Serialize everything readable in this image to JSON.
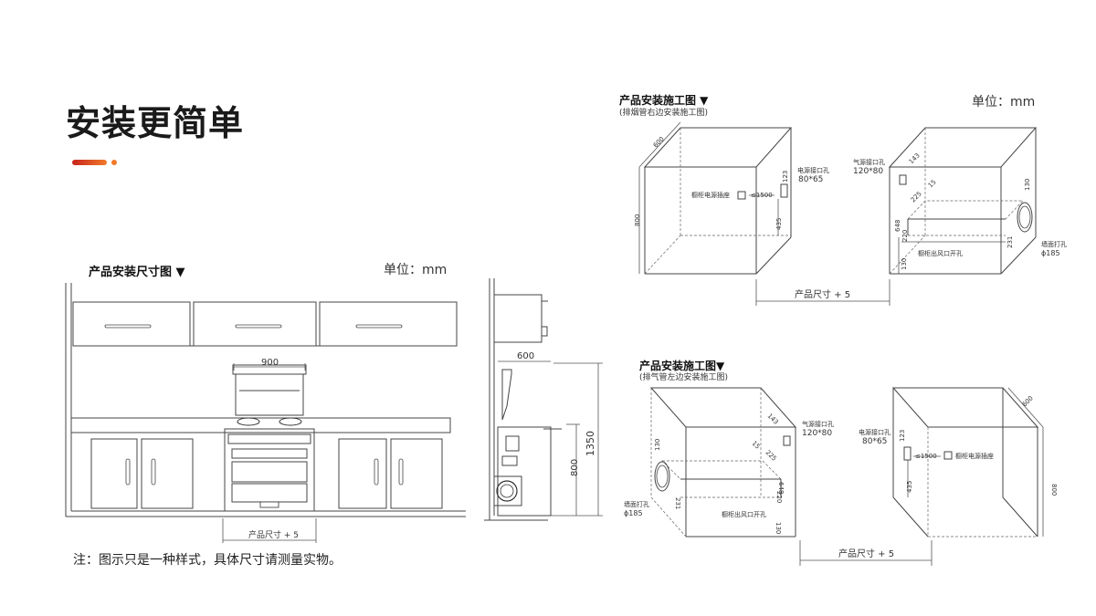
{
  "page": {
    "title": "安装更简单",
    "accent": "#c8241c",
    "accent2": "#f07a2a",
    "note": "注：图示只是一种样式，具体尺寸请测量实物。"
  },
  "size_diagram": {
    "heading": "产品安装尺寸图 ▼",
    "unit": "单位：mm",
    "dim_width": "900",
    "dim_bottom": "产品尺寸 + 5",
    "dim_depth": "600",
    "dim_height_800": "800",
    "dim_height_1350": "1350"
  },
  "right_exhaust": {
    "heading": "产品安装施工图 ▼",
    "subheading": "(排烟管右边安装施工图)",
    "unit": "单位：mm",
    "labels": {
      "d600": "600",
      "d800": "800",
      "d435": "435",
      "d123": "123",
      "le1500": "≤1500",
      "power_hole": "电源接口孔",
      "power_hole_size": "80*65",
      "cabinet_socket": "橱柜电源插座",
      "gas_hole": "气源接口孔",
      "gas_hole_size": "120*80",
      "d143": "143",
      "d225": "225",
      "d15": "15",
      "d648": "648",
      "d220": "220",
      "d130": "130",
      "d130b": "130",
      "d231": "231",
      "vent_hole": "橱柜出风口开孔",
      "wall_hole": "墙面打孔",
      "wall_hole_size": "ϕ185",
      "product_size": "产品尺寸 + 5"
    }
  },
  "left_exhaust": {
    "heading": "产品安装施工图▼",
    "subheading": "(排气管左边安装施工图)",
    "labels": {
      "d130": "130",
      "d143": "143",
      "d15": "15",
      "d225": "225",
      "gas_hole": "气源接口孔",
      "gas_hole_size": "120*80",
      "d648": "648",
      "d220": "220",
      "d130b": "130",
      "d231": "231",
      "wall_hole": "墙面打孔",
      "wall_hole_size": "ϕ185",
      "vent_hole": "橱柜出风口开孔",
      "power_hole": "电源接口孔",
      "power_hole_size": "80*65",
      "d123": "123",
      "le1500": "≤1500",
      "cabinet_socket": "橱柜电源插座",
      "d435": "435",
      "d600": "600",
      "d800": "800",
      "product_size": "产品尺寸 + 5"
    }
  }
}
